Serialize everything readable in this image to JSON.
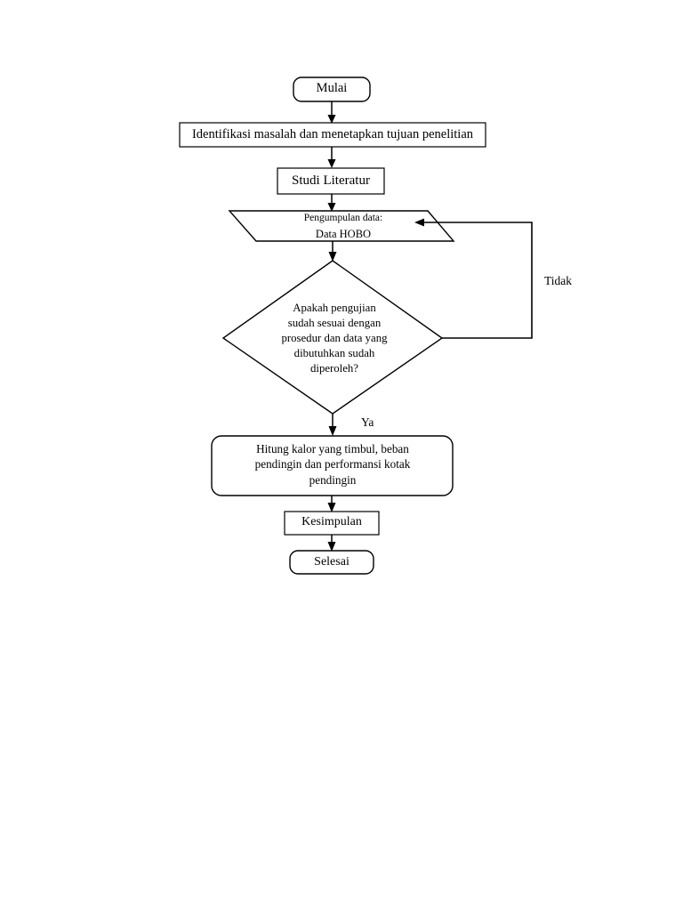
{
  "diagram": {
    "title": "Diagram alir metodologi penelitian",
    "language": "id",
    "orientation": "top-to-bottom",
    "background_color": "#ffffff",
    "line_color": "#000000",
    "text_color": "#000000"
  },
  "nodes": {
    "start": {
      "id": "start",
      "shape": "rounded-rectangle",
      "label": "Mulai"
    },
    "identification": {
      "id": "identification",
      "shape": "rectangle",
      "label": "Identifikasi  masalah dan menetapkan tujuan penelitian"
    },
    "literature": {
      "id": "literature",
      "shape": "rectangle",
      "label": "Studi Literatur"
    },
    "data_collection": {
      "id": "data_collection",
      "shape": "parallelogram",
      "label_line1": "Pengumpulan data:",
      "label_line2": "Data HOBO"
    },
    "decision": {
      "id": "decision",
      "shape": "diamond",
      "label": "Apakah pengujian\nsudah sesuai dengan\nprosedur dan data yang\ndibutuhkan sudah\ndiperoleh?"
    },
    "calculation": {
      "id": "calculation",
      "shape": "rounded-rectangle",
      "label": "Hitung kalor yang timbul, beban\npendingin dan performansi kotak\npendingin"
    },
    "conclusion": {
      "id": "conclusion",
      "shape": "rectangle",
      "label": "Kesimpulan"
    },
    "end": {
      "id": "end",
      "shape": "rounded-rectangle",
      "label": "Selesai"
    }
  },
  "edges": [
    {
      "id": "e1",
      "from": "start",
      "to": "identification",
      "label": ""
    },
    {
      "id": "e2",
      "from": "identification",
      "to": "literature",
      "label": ""
    },
    {
      "id": "e3",
      "from": "literature",
      "to": "data_collection",
      "label": ""
    },
    {
      "id": "e4",
      "from": "data_collection",
      "to": "decision",
      "label": ""
    },
    {
      "id": "e5",
      "from": "decision",
      "to": "calculation",
      "label": "Ya"
    },
    {
      "id": "e6",
      "from": "decision",
      "to": "data_collection",
      "label": "Tidak"
    },
    {
      "id": "e7",
      "from": "calculation",
      "to": "conclusion",
      "label": ""
    },
    {
      "id": "e8",
      "from": "conclusion",
      "to": "end",
      "label": ""
    }
  ],
  "edge_labels": {
    "no_branch": "Tidak",
    "yes_branch": "Ya"
  }
}
